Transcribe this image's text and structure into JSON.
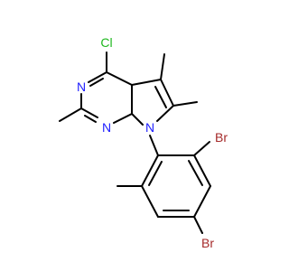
{
  "molecule": {
    "atoms": [
      {
        "id": "Cl",
        "label": "Cl",
        "color": "#1fb81f"
      },
      {
        "id": "N3",
        "label": "N",
        "color": "#2020ff"
      },
      {
        "id": "N1",
        "label": "N",
        "color": "#2020ff"
      },
      {
        "id": "N7",
        "label": "N",
        "color": "#2020ff"
      },
      {
        "id": "Br1",
        "label": "Br",
        "color": "#a52a2a"
      },
      {
        "id": "Br2",
        "label": "Br",
        "color": "#a52a2a"
      }
    ]
  },
  "colors": {
    "bond": "#000000",
    "background": "#ffffff"
  }
}
